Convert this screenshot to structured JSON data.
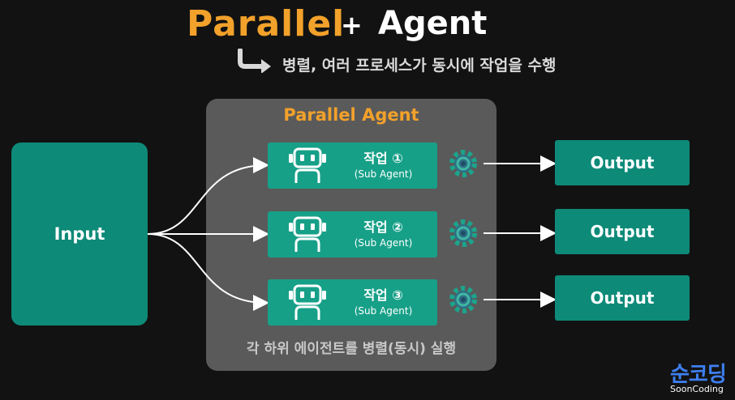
{
  "title": {
    "main": "Parallel",
    "plus": "+",
    "agent": "Agent"
  },
  "subtitle": "병렬, 여러 프로세스가 동시에 작업을 수행",
  "container": {
    "title": "Parallel Agent",
    "footer": "각 하위 에이전트를 병렬(동시) 실행"
  },
  "input": {
    "label": "Input"
  },
  "tasks": [
    {
      "label": "작업 ①",
      "sub": "(Sub Agent)"
    },
    {
      "label": "작업 ②",
      "sub": "(Sub Agent)"
    },
    {
      "label": "작업 ③",
      "sub": "(Sub Agent)"
    }
  ],
  "outputs": [
    {
      "label": "Output"
    },
    {
      "label": "Output"
    },
    {
      "label": "Output"
    }
  ],
  "logo": {
    "ko": "순코딩",
    "en": "SoonCoding"
  },
  "colors": {
    "orange": "#f2a12b",
    "teal": "#0d8a78",
    "task_teal": "#17a088",
    "container": "#5a5a5a"
  },
  "icons": [
    "return-arrow-icon",
    "robot-icon",
    "gear-icon"
  ]
}
